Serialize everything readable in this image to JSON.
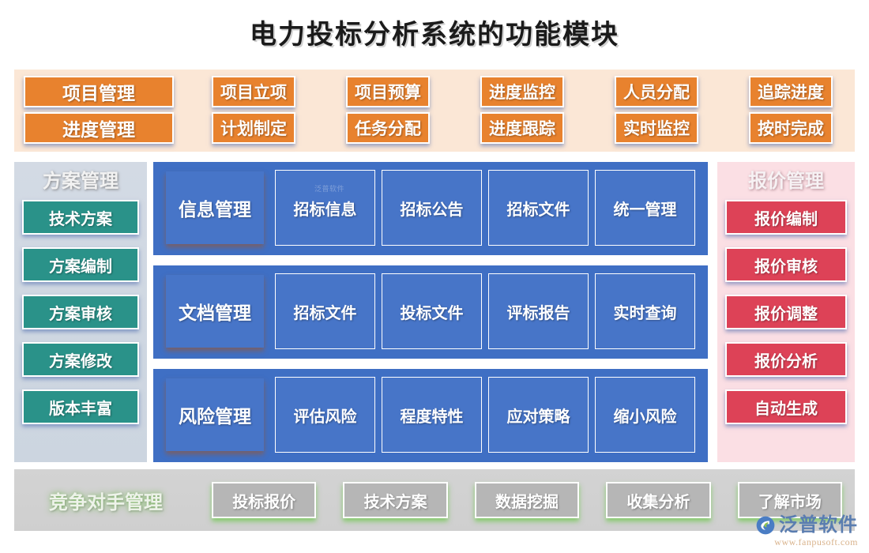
{
  "title": "电力投标分析系统的功能模块",
  "top_band": {
    "rows": [
      {
        "lead": "项目管理",
        "items": [
          "项目立项",
          "项目预算",
          "进度监控",
          "人员分配",
          "追踪进度"
        ]
      },
      {
        "lead": "进度管理",
        "items": [
          "计划制定",
          "任务分配",
          "进度跟踪",
          "实时监控",
          "按时完成"
        ]
      }
    ]
  },
  "left_panel": {
    "header": "方案管理",
    "items": [
      "技术方案",
      "方案编制",
      "方案审核",
      "方案修改",
      "版本丰富"
    ],
    "color": "#2a9289"
  },
  "center_panel": {
    "rows": [
      {
        "lead": "信息管理",
        "items": [
          "招标信息",
          "招标公告",
          "招标文件",
          "统一管理"
        ]
      },
      {
        "lead": "文档管理",
        "items": [
          "招标文件",
          "投标文件",
          "评标报告",
          "实时查询"
        ]
      },
      {
        "lead": "风险管理",
        "items": [
          "评估风险",
          "程度特性",
          "应对策略",
          "缩小风险"
        ]
      }
    ],
    "color": "#3f6fc4",
    "watermark": "泛普软件"
  },
  "right_panel": {
    "header": "报价管理",
    "items": [
      "报价编制",
      "报价审核",
      "报价调整",
      "报价分析",
      "自动生成"
    ],
    "color": "#dd4257"
  },
  "bottom_band": {
    "header": "竞争对手管理",
    "items": [
      "投标报价",
      "技术方案",
      "数据挖掘",
      "收集分析",
      "了解市场"
    ],
    "color": "#b6b6b6"
  },
  "logo": {
    "name": "泛普软件",
    "url": "www.fanpusoft.com"
  }
}
